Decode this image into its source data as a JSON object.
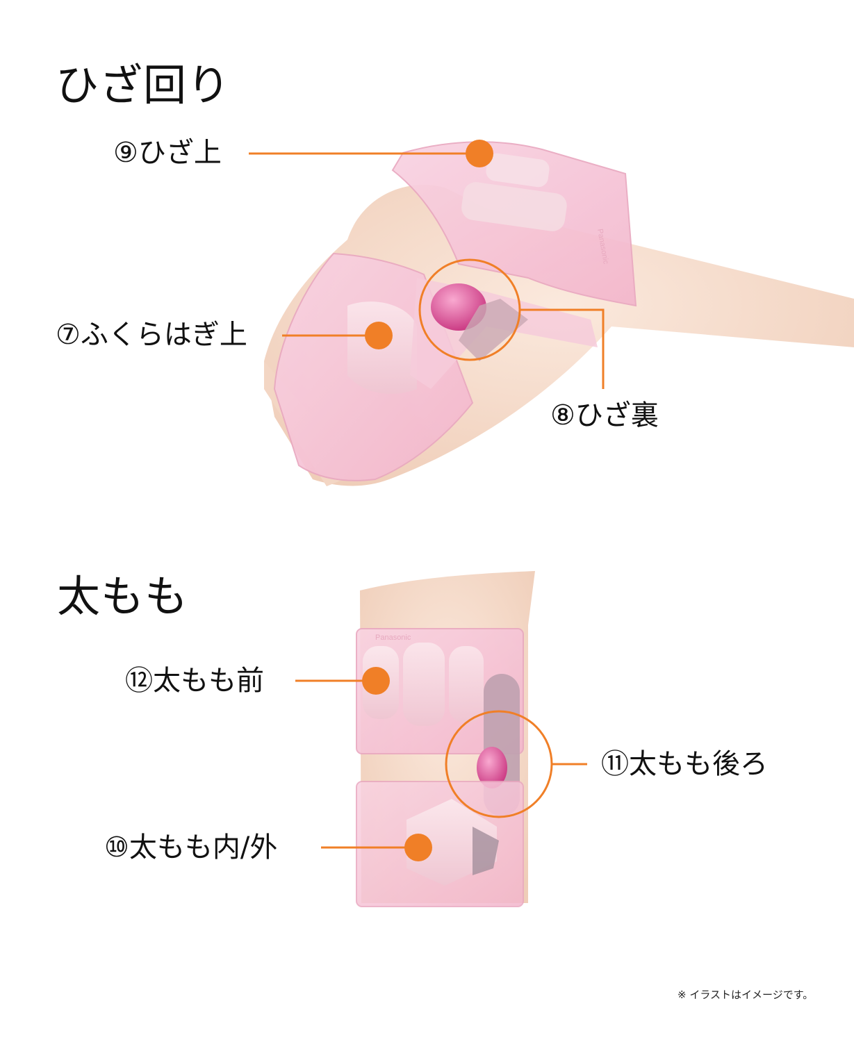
{
  "knee": {
    "title": "ひざ回り",
    "labels": {
      "above_knee": "⑨ひざ上",
      "upper_calf": "⑦ふくらはぎ上",
      "back_of_knee": "⑧ひざ裏"
    },
    "brand_mark": "Panasonic"
  },
  "thigh": {
    "title": "太もも",
    "labels": {
      "thigh_front": "⑫太もも前",
      "thigh_back": "⑪太もも後ろ",
      "thigh_inner_outer": "⑩太もも内/外"
    },
    "brand_mark": "Panasonic"
  },
  "footnote": "※ イラストはイメージです。",
  "colors": {
    "marker": "#f07f27",
    "leader_line": "#f07f27",
    "wrap_pink": "#f6c3d6",
    "airbag_magenta": "#e0569a",
    "skin": "#f6dfcf"
  }
}
